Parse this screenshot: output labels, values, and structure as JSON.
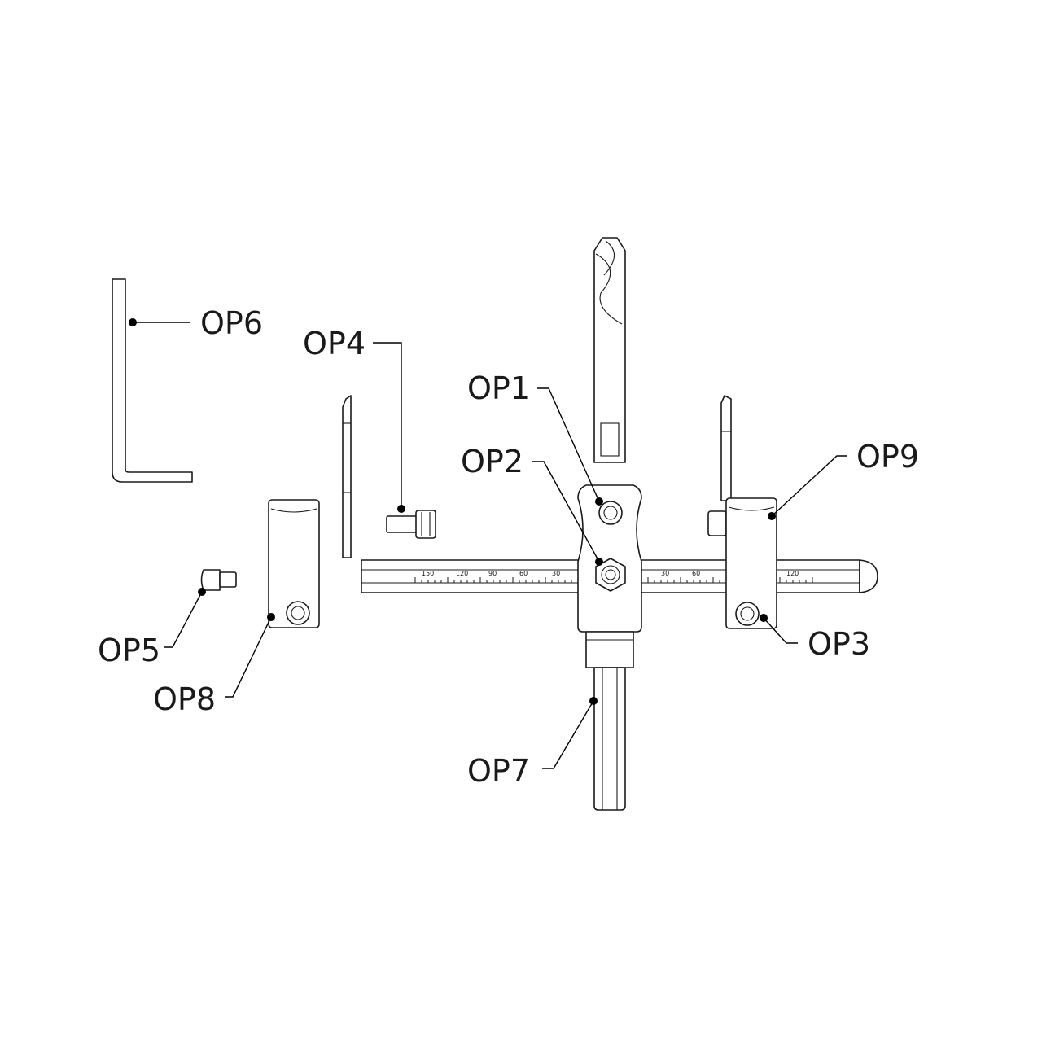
{
  "callouts": [
    {
      "id": "OP1",
      "label": "OP1"
    },
    {
      "id": "OP2",
      "label": "OP2"
    },
    {
      "id": "OP3",
      "label": "OP3"
    },
    {
      "id": "OP4",
      "label": "OP4"
    },
    {
      "id": "OP5",
      "label": "OP5"
    },
    {
      "id": "OP6",
      "label": "OP6"
    },
    {
      "id": "OP7",
      "label": "OP7"
    },
    {
      "id": "OP8",
      "label": "OP8"
    },
    {
      "id": "OP9",
      "label": "OP9"
    }
  ],
  "scale": {
    "left_marks": [
      "150",
      "120",
      "90",
      "60",
      "30"
    ],
    "right_marks": [
      "30",
      "60",
      "120"
    ]
  },
  "colors": {
    "ink": "#1a1a1a",
    "background": "#ffffff"
  }
}
